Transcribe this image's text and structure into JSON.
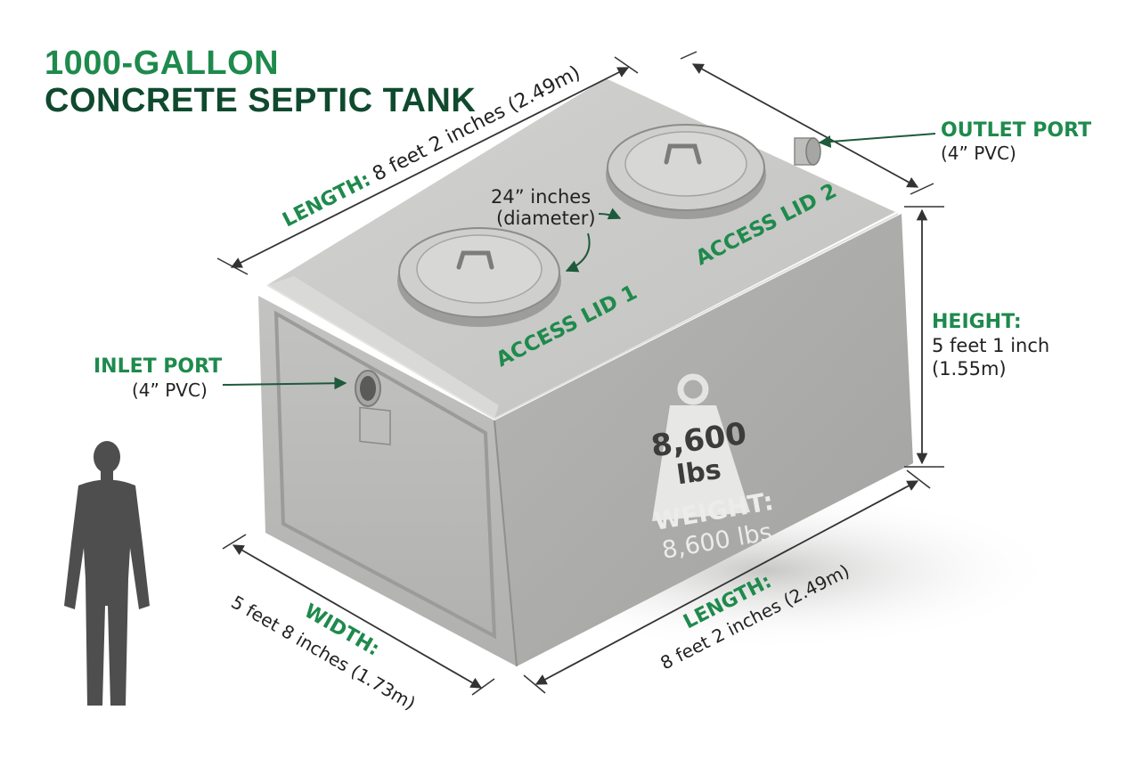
{
  "title": {
    "line1": "1000-GALLON",
    "line2": "CONCRETE SEPTIC TANK"
  },
  "labels": {
    "length_top_key": "LENGTH:",
    "length_top_value": "8 feet 2 inches (2.49m)",
    "outlet_title": "OUTLET PORT",
    "outlet_spec": "(4” PVC)",
    "lid_size_line1": "24” inches",
    "lid_size_line2": "(diameter)",
    "access_lid_1": "ACCESS LID 1",
    "access_lid_2": "ACCESS LID 2",
    "inlet_title": "INLET PORT",
    "inlet_spec": "(4” PVC)",
    "height_key": "HEIGHT:",
    "height_line1": "5 feet 1 inch",
    "height_line2": "(1.55m)",
    "weight_badge_line1": "8,600",
    "weight_badge_line2": "lbs",
    "weight_key": "WEIGHT:",
    "weight_value": "8,600 lbs",
    "width_key": "WIDTH:",
    "width_value": "5 feet 8 inches (1.73m)",
    "length_bottom_key": "LENGTH:",
    "length_bottom_value": "8 feet 2 inches (2.49m)"
  },
  "icons": {
    "weight": "kettlebell-weight-icon",
    "person": "human-silhouette-icon"
  },
  "colors": {
    "accent_green": "#1e8a4c",
    "dark_green": "#0f4a2e",
    "text_dark": "#222222",
    "concrete_top": "#c9c9c7",
    "concrete_front": "#b9b9b7",
    "concrete_side": "#a9a9a7"
  }
}
